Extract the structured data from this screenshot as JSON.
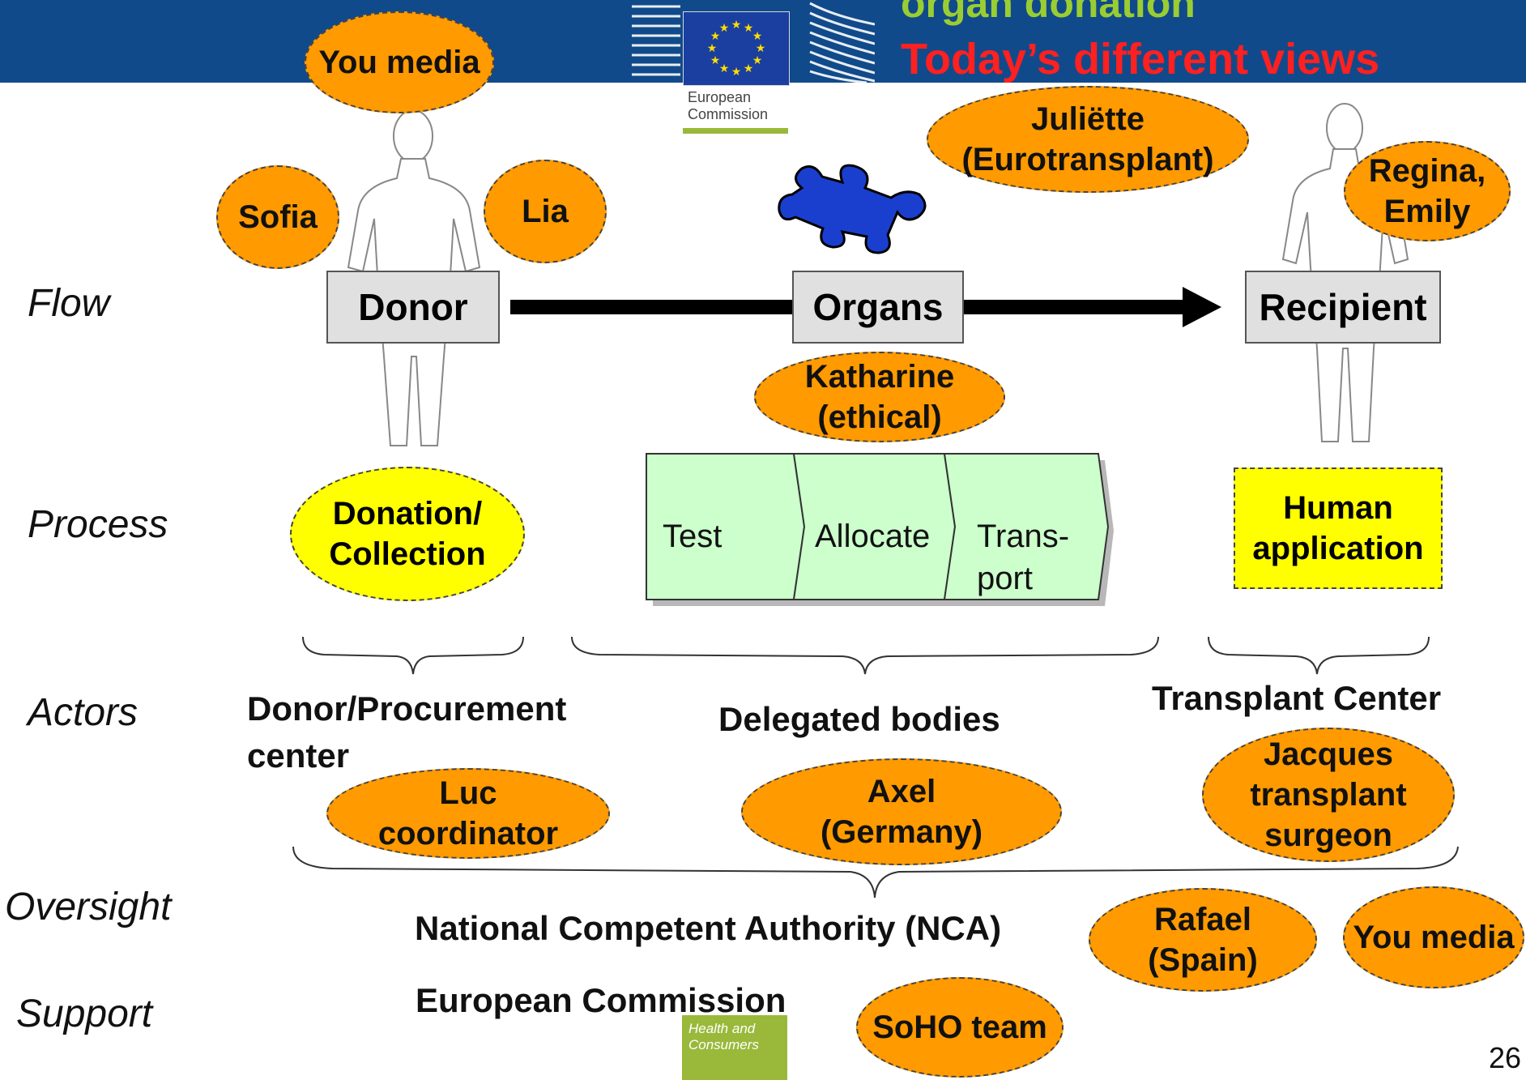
{
  "title": {
    "line1": "organ donation",
    "line2": "Today’s different views"
  },
  "logo": {
    "line1": "European",
    "line2": "Commission"
  },
  "rows": [
    "Flow",
    "Process",
    "Actors",
    "Oversight",
    "Support"
  ],
  "flow": {
    "donor": "Donor",
    "organs": "Organs",
    "recipient": "Recipient"
  },
  "process": {
    "donation_line1": "Donation/",
    "donation_line2": "Collection",
    "test": "Test",
    "allocate": "Allocate",
    "transport_line1": "Trans-",
    "transport_line2": "port",
    "human_line1": "Human",
    "human_line2": "application"
  },
  "actors": {
    "donor_center_line1": "Donor/Procurement",
    "donor_center_line2": "center",
    "delegated": "Delegated bodies",
    "transplant": "Transplant Center"
  },
  "oversight": "National Competent Authority (NCA)",
  "support": "European Commission",
  "views": {
    "you_media_top": "You media",
    "sofia": "Sofia",
    "lia": "Lia",
    "juliette_line1": "Juliëtte",
    "juliette_line2": "(Eurotransplant)",
    "regina_line1": "Regina,",
    "regina_line2": "Emily",
    "katharine_line1": "Katharine",
    "katharine_line2": "(ethical)",
    "luc_line1": "Luc",
    "luc_line2": "coordinator",
    "axel_line1": "Axel",
    "axel_line2": "(Germany)",
    "jacques_line1": "Jacques",
    "jacques_line2": "transplant",
    "jacques_line3": "surgeon",
    "rafael_line1": "Rafael",
    "rafael_line2": "(Spain)",
    "you_media_bottom": "You media",
    "soho": "SoHO team"
  },
  "footer": {
    "hc_line1": "Health and",
    "hc_line2": "Consumers",
    "page_number": "26"
  },
  "colors": {
    "header": "#114a8a",
    "orange": "#ff9a00",
    "yellow": "#ffff00",
    "process_green": "#ccffcc",
    "puzzle_blue": "#1a3fcf"
  },
  "icons": [
    "person-silhouette-icon",
    "puzzle-piece-icon",
    "eu-flag-icon"
  ]
}
